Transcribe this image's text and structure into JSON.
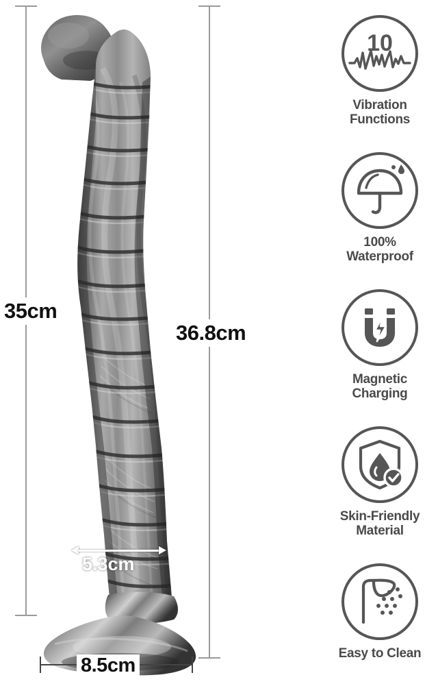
{
  "product": {
    "alt_name": "ribbed-curved-suction-cup-toy",
    "body_color": "#6e6e6e",
    "highlight_color": "#c9c9c9",
    "shadow_color": "#3a3a3a"
  },
  "dimensions": {
    "height_without_base": {
      "label": "35cm",
      "name": "height-35cm"
    },
    "total_height": {
      "label": "36.8cm",
      "name": "total-height-36-8cm"
    },
    "shaft_width": {
      "label": "5.3cm",
      "name": "shaft-width-5-3cm"
    },
    "base_width": {
      "label": "8.5cm",
      "name": "base-width-8-5cm"
    }
  },
  "features": [
    {
      "icon": "vibration-waveform-icon",
      "count": "10",
      "caption_lines": [
        "Vibration",
        "Functions"
      ]
    },
    {
      "icon": "umbrella-waterproof-icon",
      "caption_lines": [
        "100%",
        "Waterproof"
      ]
    },
    {
      "icon": "magnet-charging-icon",
      "caption_lines": [
        "Magnetic",
        "Charging"
      ]
    },
    {
      "icon": "shield-droplet-check-icon",
      "caption_lines": [
        "Skin-Friendly",
        "Material"
      ]
    },
    {
      "icon": "shower-head-icon",
      "caption_lines": [
        "Easy to Clean"
      ]
    }
  ],
  "colors": {
    "icon_stroke": "#565656",
    "caption_text": "#4a4a4a",
    "dimension_line": "#9a9a9a",
    "dimension_text": "#111111",
    "overlay_text": "#ffffff"
  }
}
